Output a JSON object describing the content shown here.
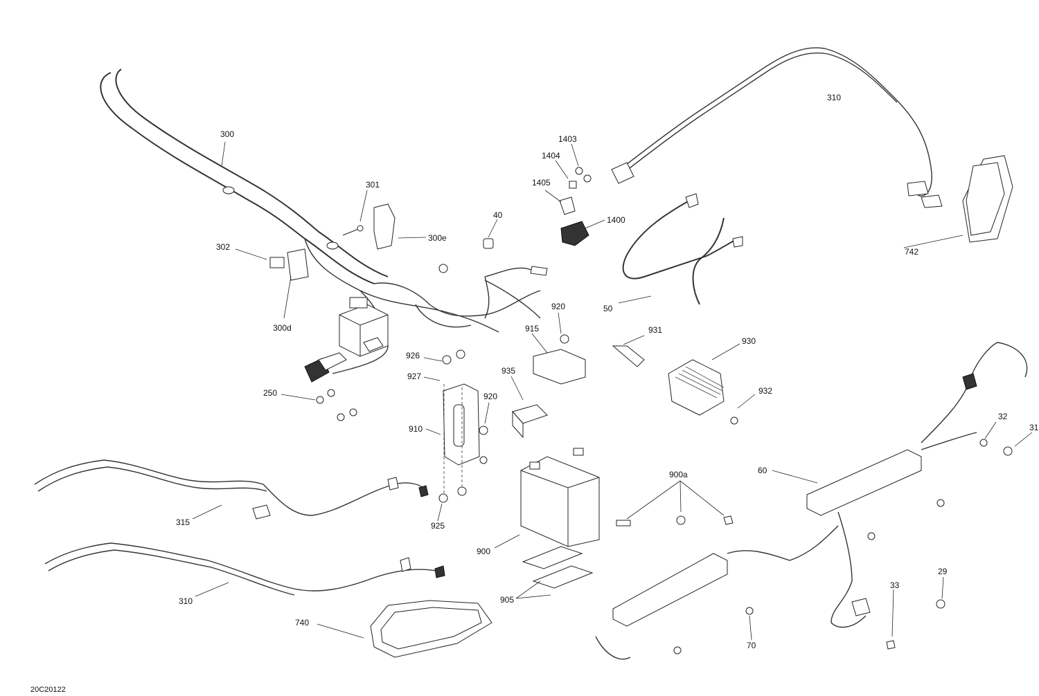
{
  "drawing_code": "20C20122",
  "callouts": [
    {
      "id": "300"
    },
    {
      "id": "301"
    },
    {
      "id": "300e"
    },
    {
      "id": "302"
    },
    {
      "id": "300d"
    },
    {
      "id": "40"
    },
    {
      "id": "1403"
    },
    {
      "id": "1404"
    },
    {
      "id": "1405"
    },
    {
      "id": "1400"
    },
    {
      "id": "310"
    },
    {
      "id": "742"
    },
    {
      "id": "50"
    },
    {
      "id": "920"
    },
    {
      "id": "915"
    },
    {
      "id": "931"
    },
    {
      "id": "930"
    },
    {
      "id": "926"
    },
    {
      "id": "927"
    },
    {
      "id": "935"
    },
    {
      "id": "250"
    },
    {
      "id": "920"
    },
    {
      "id": "910"
    },
    {
      "id": "932"
    },
    {
      "id": "32"
    },
    {
      "id": "31"
    },
    {
      "id": "60"
    },
    {
      "id": "900a"
    },
    {
      "id": "315"
    },
    {
      "id": "925"
    },
    {
      "id": "900"
    },
    {
      "id": "310"
    },
    {
      "id": "905"
    },
    {
      "id": "29"
    },
    {
      "id": "33"
    },
    {
      "id": "740"
    },
    {
      "id": "70"
    }
  ]
}
